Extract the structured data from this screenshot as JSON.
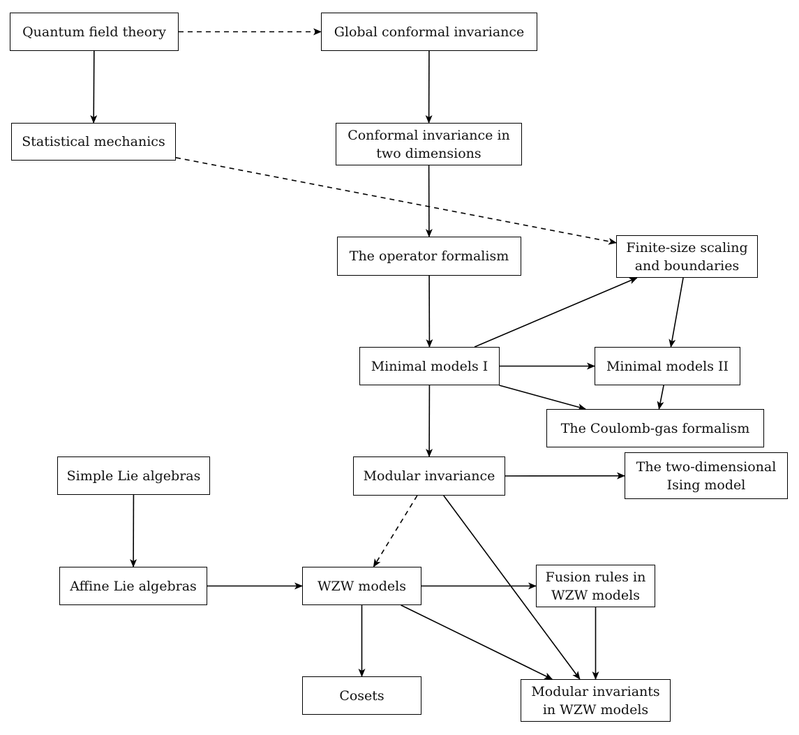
{
  "diagram": {
    "nodes": {
      "qft": "Quantum field theory",
      "gci": "Global conformal invariance",
      "statmech": "Statistical mechanics",
      "ci2d": "Conformal invariance in\ntwo dimensions",
      "opform": "The operator formalism",
      "finite": "Finite-size scaling\nand boundaries",
      "mm1": "Minimal models I",
      "mm2": "Minimal models II",
      "coulomb": "The Coulomb-gas formalism",
      "simplelie": "Simple Lie algebras",
      "modinv": "Modular invariance",
      "ising": "The two-dimensional\nIsing model",
      "affine": "Affine Lie algebras",
      "wzw": "WZW models",
      "fusion": "Fusion rules in\nWZW models",
      "cosets": "Cosets",
      "modwzw": "Modular invariants\nin WZW models"
    },
    "edges": [
      {
        "from": "qft",
        "to": "gci",
        "style": "dashed"
      },
      {
        "from": "qft",
        "to": "statmech",
        "style": "solid"
      },
      {
        "from": "gci",
        "to": "ci2d",
        "style": "solid"
      },
      {
        "from": "statmech",
        "to": "finite",
        "style": "dashed"
      },
      {
        "from": "ci2d",
        "to": "opform",
        "style": "solid"
      },
      {
        "from": "opform",
        "to": "mm1",
        "style": "solid"
      },
      {
        "from": "mm1",
        "to": "finite",
        "style": "solid"
      },
      {
        "from": "finite",
        "to": "mm2",
        "style": "solid"
      },
      {
        "from": "mm1",
        "to": "mm2",
        "style": "solid"
      },
      {
        "from": "mm2",
        "to": "coulomb",
        "style": "solid"
      },
      {
        "from": "mm1",
        "to": "coulomb",
        "style": "solid"
      },
      {
        "from": "mm1",
        "to": "modinv",
        "style": "solid"
      },
      {
        "from": "modinv",
        "to": "ising",
        "style": "solid"
      },
      {
        "from": "modinv",
        "to": "wzw",
        "style": "dashed"
      },
      {
        "from": "modinv",
        "to": "modwzw",
        "style": "solid"
      },
      {
        "from": "simplelie",
        "to": "affine",
        "style": "solid"
      },
      {
        "from": "affine",
        "to": "wzw",
        "style": "solid"
      },
      {
        "from": "wzw",
        "to": "fusion",
        "style": "solid"
      },
      {
        "from": "wzw",
        "to": "cosets",
        "style": "solid"
      },
      {
        "from": "wzw",
        "to": "modwzw",
        "style": "solid"
      },
      {
        "from": "fusion",
        "to": "modwzw",
        "style": "solid"
      }
    ]
  }
}
